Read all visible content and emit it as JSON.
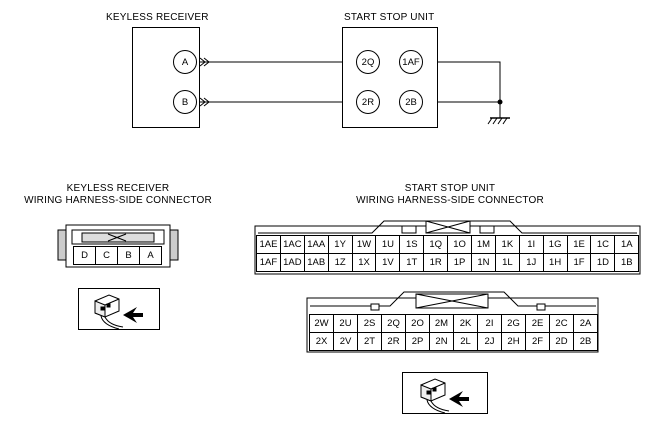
{
  "top": {
    "keyless_receiver_title": "KEYLESS RECEIVER",
    "start_stop_unit_title": "START STOP UNIT",
    "keyless_pins": [
      "A",
      "B"
    ],
    "ssu_pins_left": [
      "2Q",
      "2R"
    ],
    "ssu_pins_right": [
      "1AF",
      "2B"
    ]
  },
  "keyless_connector": {
    "title_line1": "KEYLESS RECEIVER",
    "title_line2": "WIRING HARNESS-SIDE CONNECTOR",
    "cells": [
      "D",
      "C",
      "B",
      "A"
    ]
  },
  "ssu_connector": {
    "title_line1": "START STOP UNIT",
    "title_line2": "WIRING HARNESS-SIDE CONNECTOR",
    "row1": [
      "1AE",
      "1AC",
      "1AA",
      "1Y",
      "1W",
      "1U",
      "1S",
      "1Q",
      "1O",
      "1M",
      "1K",
      "1I",
      "1G",
      "1E",
      "1C",
      "1A"
    ],
    "row2": [
      "1AF",
      "1AD",
      "1AB",
      "1Z",
      "1X",
      "1V",
      "1T",
      "1R",
      "1P",
      "1N",
      "1L",
      "1J",
      "1H",
      "1F",
      "1D",
      "1B"
    ],
    "row3": [
      "2W",
      "2U",
      "2S",
      "2Q",
      "2O",
      "2M",
      "2K",
      "2I",
      "2G",
      "2E",
      "2C",
      "2A"
    ],
    "row4": [
      "2X",
      "2V",
      "2T",
      "2R",
      "2P",
      "2N",
      "2L",
      "2J",
      "2H",
      "2F",
      "2D",
      "2B"
    ]
  }
}
